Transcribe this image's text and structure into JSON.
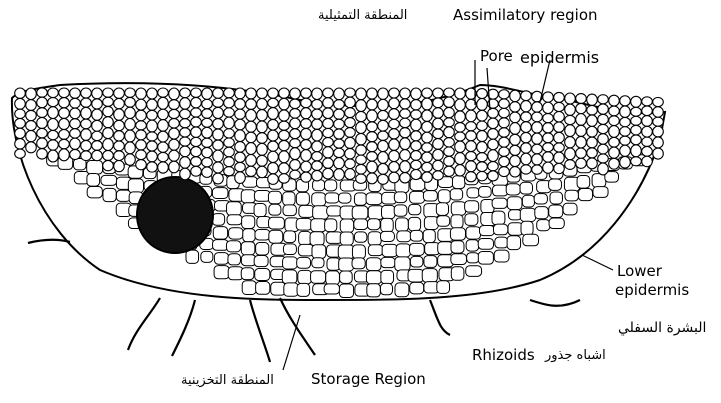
{
  "labels": {
    "assimilatory_en": "Assimilatory region",
    "assimilatory_ar": "المنطقة التمثيلية",
    "pore": "Pore",
    "epidermis": "epidermis",
    "lower_epidermis_line1": "Lower",
    "lower_epidermis_line2": "epidermis",
    "lower_epidermis_ar": "البشرة السفلي",
    "rhizoids_en": "Rhizoids",
    "rhizoids_ar": "اشباه جذور",
    "storage_en": "Storage Region",
    "storage_ar": "المنطقة التخزينية"
  },
  "colors": {
    "line": "#000000",
    "cell_fill": "#ffffff",
    "dark_mass": "#111111",
    "background": "#ffffff"
  }
}
